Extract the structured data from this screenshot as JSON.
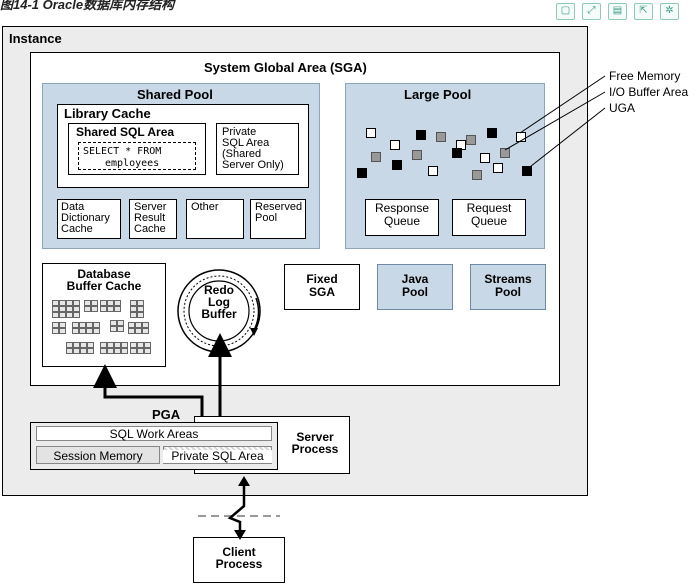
{
  "caption": "图14-1 Oracle数据库内存结构",
  "toolbar": {
    "icons": [
      "square-icon",
      "expand-icon",
      "save-icon",
      "share-icon",
      "settings-icon"
    ]
  },
  "diagram": {
    "instance": "Instance",
    "sga": "System Global Area (SGA)",
    "shared_pool": "Shared Pool",
    "library_cache": "Library Cache",
    "shared_sql_area": "Shared SQL Area",
    "sql_text_1": "SELECT * FROM",
    "sql_text_2": "employees",
    "private_sql_area": [
      "Private",
      "SQL Area",
      "(Shared",
      "Server Only)"
    ],
    "data_dictionary_cache": [
      "Data",
      "Dictionary",
      "Cache"
    ],
    "server_result_cache": [
      "Server",
      "Result",
      "Cache"
    ],
    "other": "Other",
    "reserved_pool": [
      "Reserved",
      "Pool"
    ],
    "large_pool": "Large Pool",
    "response_queue": [
      "Response",
      "Queue"
    ],
    "request_queue": [
      "Request",
      "Queue"
    ],
    "legend": {
      "free_memory": "Free Memory",
      "io_buffer": "I/O Buffer Area",
      "uga": "UGA"
    },
    "db_buffer_cache": [
      "Database",
      "Buffer Cache"
    ],
    "redo_log_buffer": [
      "Redo",
      "Log",
      "Buffer"
    ],
    "fixed_sga": [
      "Fixed",
      "SGA"
    ],
    "java_pool": [
      "Java",
      "Pool"
    ],
    "streams_pool": [
      "Streams",
      "Pool"
    ],
    "pga": "PGA",
    "sql_work_areas": "SQL Work Areas",
    "session_memory": "Session Memory",
    "private_sql_area_pga": "Private SQL Area",
    "server_process": [
      "Server",
      "Process"
    ],
    "client_process": [
      "Client",
      "Process"
    ]
  },
  "colors": {
    "pool_blue": "#c9d8e6",
    "toolbar_green": "#3b9b83"
  }
}
